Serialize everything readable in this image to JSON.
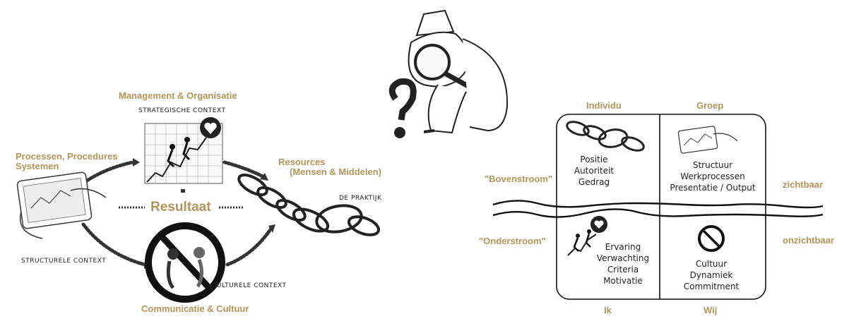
{
  "left": {
    "center": "Resultaat",
    "top_label": "Management & Organisatie",
    "top_sub": "STRATEGISCHE CONTEXT",
    "left_label_1": "Processen, Procedures",
    "left_label_2": "Systemen",
    "left_sub": "STRUCTURELE CONTEXT",
    "right_label_1": "Resources",
    "right_label_2": "(Mensen & Middelen)",
    "right_sub": "DE PRAKTIJK",
    "bottom_label": "Communicatie & Cultuur",
    "bottom_sub": "CULTURELE CONTEXT"
  },
  "right": {
    "col_left": "Individu",
    "col_right": "Groep",
    "bottom_left": "Ik",
    "bottom_right": "Wij",
    "row_top": "\"Bovenstroom\"",
    "row_bottom": "\"Onderstroom\"",
    "side_top": "zichtbaar",
    "side_bottom": "onzichtbaar",
    "cells": {
      "top_left": [
        "Positie",
        "Autoriteit",
        "Gedrag"
      ],
      "top_right": [
        "Structuur",
        "Werkprocessen",
        "Presentatie / Output"
      ],
      "bottom_left": [
        "Ervaring",
        "Verwachting",
        "Criteria",
        "Motivatie"
      ],
      "bottom_right": [
        "Cultuur",
        "Dynamiek",
        "Commitment"
      ]
    }
  },
  "colors": {
    "accent": "#b2955a",
    "ink": "#222222"
  }
}
